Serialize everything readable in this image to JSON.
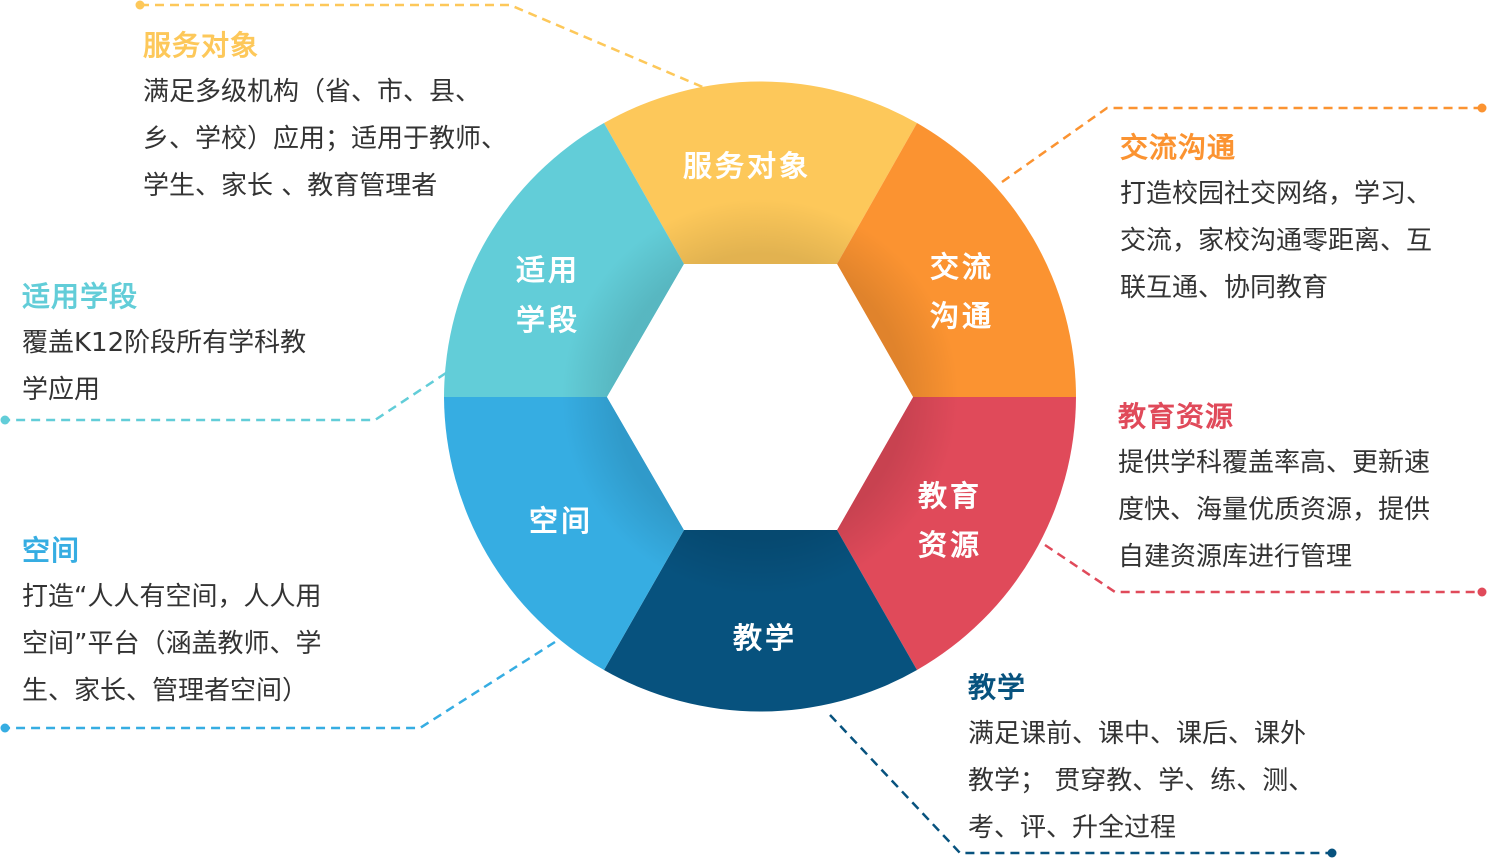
{
  "colors": {
    "service": "#fdc85a",
    "communication": "#fb9331",
    "resources": "#e04a5a",
    "teaching": "#07527e",
    "space": "#36ade2",
    "stage": "#62cdd8"
  },
  "segments": {
    "service": "服务对象",
    "communication_1": "交流",
    "communication_2": "沟通",
    "resources_1": "教育",
    "resources_2": "资源",
    "teaching": "教学",
    "space": "空间",
    "stage_1": "适用",
    "stage_2": "学段"
  },
  "callouts": {
    "service": {
      "title": "服务对象",
      "lines": [
        "满足多级机构（省、市、县、",
        "乡、学校）应用；适用于教师、",
        "学生、家长 、教育管理者"
      ]
    },
    "communication": {
      "title": "交流沟通",
      "lines": [
        "打造校园社交网络，学习、",
        "交流，家校沟通零距离、互",
        "联互通、协同教育"
      ]
    },
    "stage": {
      "title": "适用学段",
      "lines": [
        "覆盖K12阶段所有学科教",
        "学应用"
      ]
    },
    "resources": {
      "title": "教育资源",
      "lines": [
        "提供学科覆盖率高、更新速",
        "度快、海量优质资源，提供",
        "自建资源库进行管理"
      ]
    },
    "space": {
      "title": "空间",
      "lines": [
        "打造“人人有空间，人人用",
        "空间”平台（涵盖教师、学",
        "生、家长、管理者空间）"
      ]
    },
    "teaching": {
      "title": "教学",
      "lines": [
        "满足课前、课中、课后、课外",
        "教学； 贯穿教、学、练、测、",
        "考、评、升全过程"
      ]
    }
  }
}
